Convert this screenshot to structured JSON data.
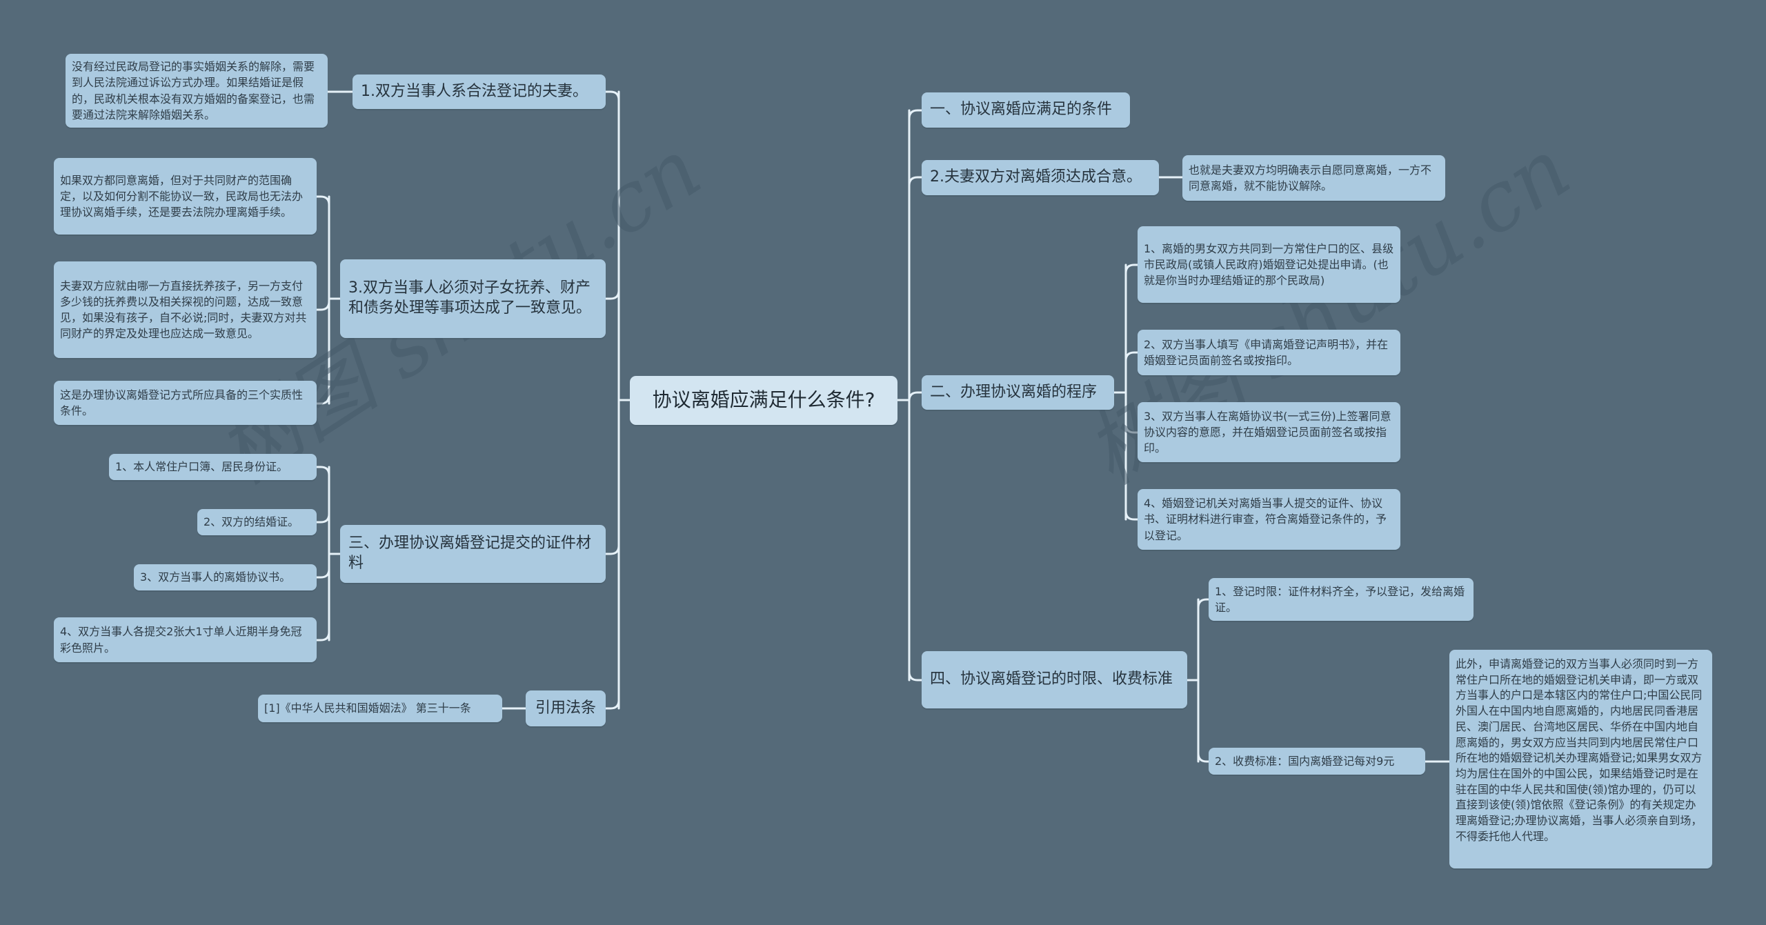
{
  "root": {
    "label": "协议离婚应满足什么条件?"
  },
  "left": {
    "branch1": {
      "label": "1.双方当事人系合法登记的夫妻。",
      "children": [
        "没有经过民政局登记的事实婚姻关系的解除，需要到人民法院通过诉讼方式办理。如果结婚证是假的，民政机关根本没有双方婚姻的备案登记，也需要通过法院来解除婚姻关系。"
      ]
    },
    "branch3": {
      "label": "3.双方当事人必须对子女抚养、财产和债务处理等事项达成了一致意见。",
      "children": [
        "如果双方都同意离婚，但对于共同财产的范围确定，以及如何分割不能协议一致，民政局也无法办理协议离婚手续，还是要去法院办理离婚手续。",
        "夫妻双方应就由哪一方直接抚养孩子，另一方支付多少钱的抚养费以及相关探视的问题，达成一致意见，如果没有孩子，自不必说;同时，夫妻双方对共同财产的界定及处理也应达成一致意见。",
        "这是办理协议离婚登记方式所应具备的三个实质性条件。"
      ]
    },
    "section3": {
      "label": "三、办理协议离婚登记提交的证件材料",
      "children": [
        "1、本人常住户口簿、居民身份证。",
        "2、双方的结婚证。",
        "3、双方当事人的离婚协议书。",
        "4、双方当事人各提交2张大1寸单人近期半身免冠彩色照片。"
      ]
    },
    "citation": {
      "label": "引用法条",
      "children": [
        "[1]《中华人民共和国婚姻法》 第三十一条"
      ]
    }
  },
  "right": {
    "section1": {
      "label": "一、协议离婚应满足的条件"
    },
    "branch2": {
      "label": "2.夫妻双方对离婚须达成合意。",
      "children": [
        "也就是夫妻双方均明确表示自愿同意离婚，一方不同意离婚，就不能协议解除。"
      ]
    },
    "section2": {
      "label": "二、办理协议离婚的程序",
      "children": [
        "1、离婚的男女双方共同到一方常住户口的区、县级市民政局(或镇人民政府)婚姻登记处提出申请。(也就是你当时办理结婚证的那个民政局)",
        "2、双方当事人填写《申请离婚登记声明书》，并在婚姻登记员面前签名或按指印。",
        "3、双方当事人在离婚协议书(一式三份)上签署同意协议内容的意愿，并在婚姻登记员面前签名或按指印。",
        "4、婚姻登记机关对离婚当事人提交的证件、协议书、证明材料进行审查，符合离婚登记条件的，予以登记。"
      ]
    },
    "section4": {
      "label": "四、协议离婚登记的时限、收费标准",
      "children": [
        "1、登记时限：证件材料齐全，予以登记，发给离婚证。",
        "2、收费标准：国内离婚登记每对9元"
      ],
      "fee_detail": "此外，申请离婚登记的双方当事人必须同时到一方常住户口所在地的婚姻登记机关申请，即一方或双方当事人的户口是本辖区内的常住户口;中国公民同外国人在中国内地自愿离婚的，内地居民同香港居民、澳门居民、台湾地区居民、华侨在中国内地自愿离婚的，男女双方应当共同到内地居民常住户口所在地的婚姻登记机关办理离婚登记;如果男女双方均为居住在国外的中国公民，如果结婚登记时是在驻在国的中华人民共和国使(领)馆办理的，仍可以直接到该使(领)馆依照《登记条例》的有关规定办理离婚登记;办理协议离婚，当事人必须亲自到场，不得委托他人代理。"
    }
  },
  "watermark": {
    "text_left": "树图 shutu.cn",
    "text_right": "树图 shutu.cn"
  },
  "colors": {
    "background": "#556a79",
    "node": "#abcae0",
    "root": "#d3e5f1",
    "line": "#e6f1f8"
  }
}
